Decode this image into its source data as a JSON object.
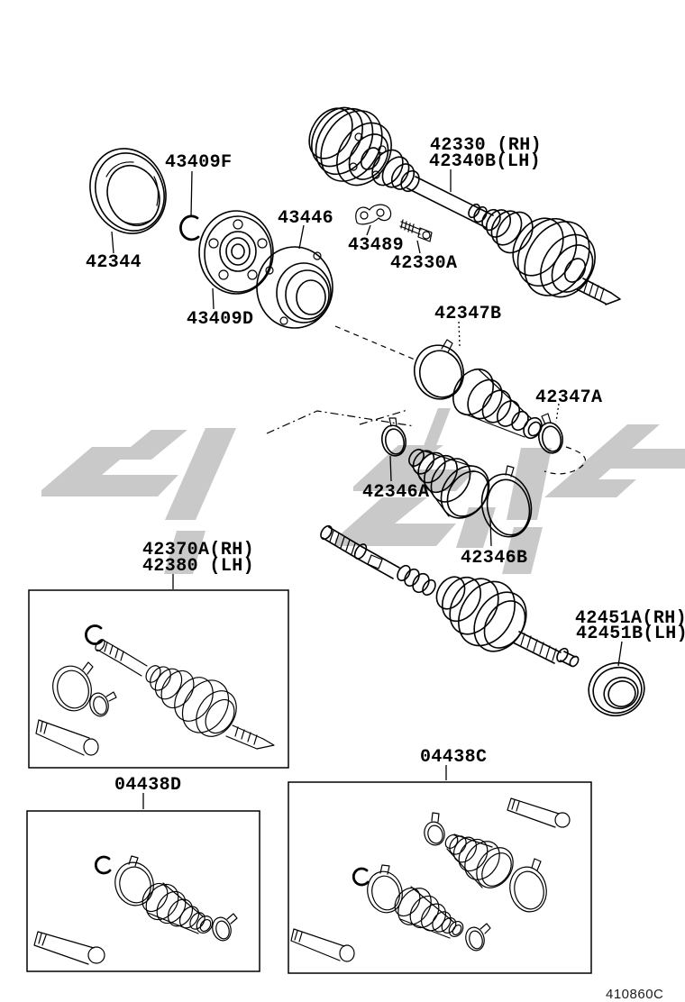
{
  "diagram": {
    "background": "#ffffff",
    "line_color": "#000000",
    "watermark_color": "#c9c9c9",
    "callouts": {
      "dust_cover": "42344",
      "snap_ring_f": "43409F",
      "flange": "43409D",
      "bearing_case": "43446",
      "lock_washer": "43489",
      "bolt": "42330A",
      "axle_rh": "42330 (RH)",
      "axle_lh": "42340B(LH)",
      "clamp_47b": "42347B",
      "clamp_47a": "42347A",
      "clamp_46a": "42346A",
      "clamp_46b": "42346B",
      "seal_rh": "42451A(RH)",
      "seal_lh": "42451B(LH)",
      "outboard_rh": "42370A(RH)",
      "outboard_lh": "42380 (LH)",
      "kit_d": "04438D",
      "kit_c": "04438C"
    },
    "footer": {
      "drawing_code": "410860C"
    }
  }
}
